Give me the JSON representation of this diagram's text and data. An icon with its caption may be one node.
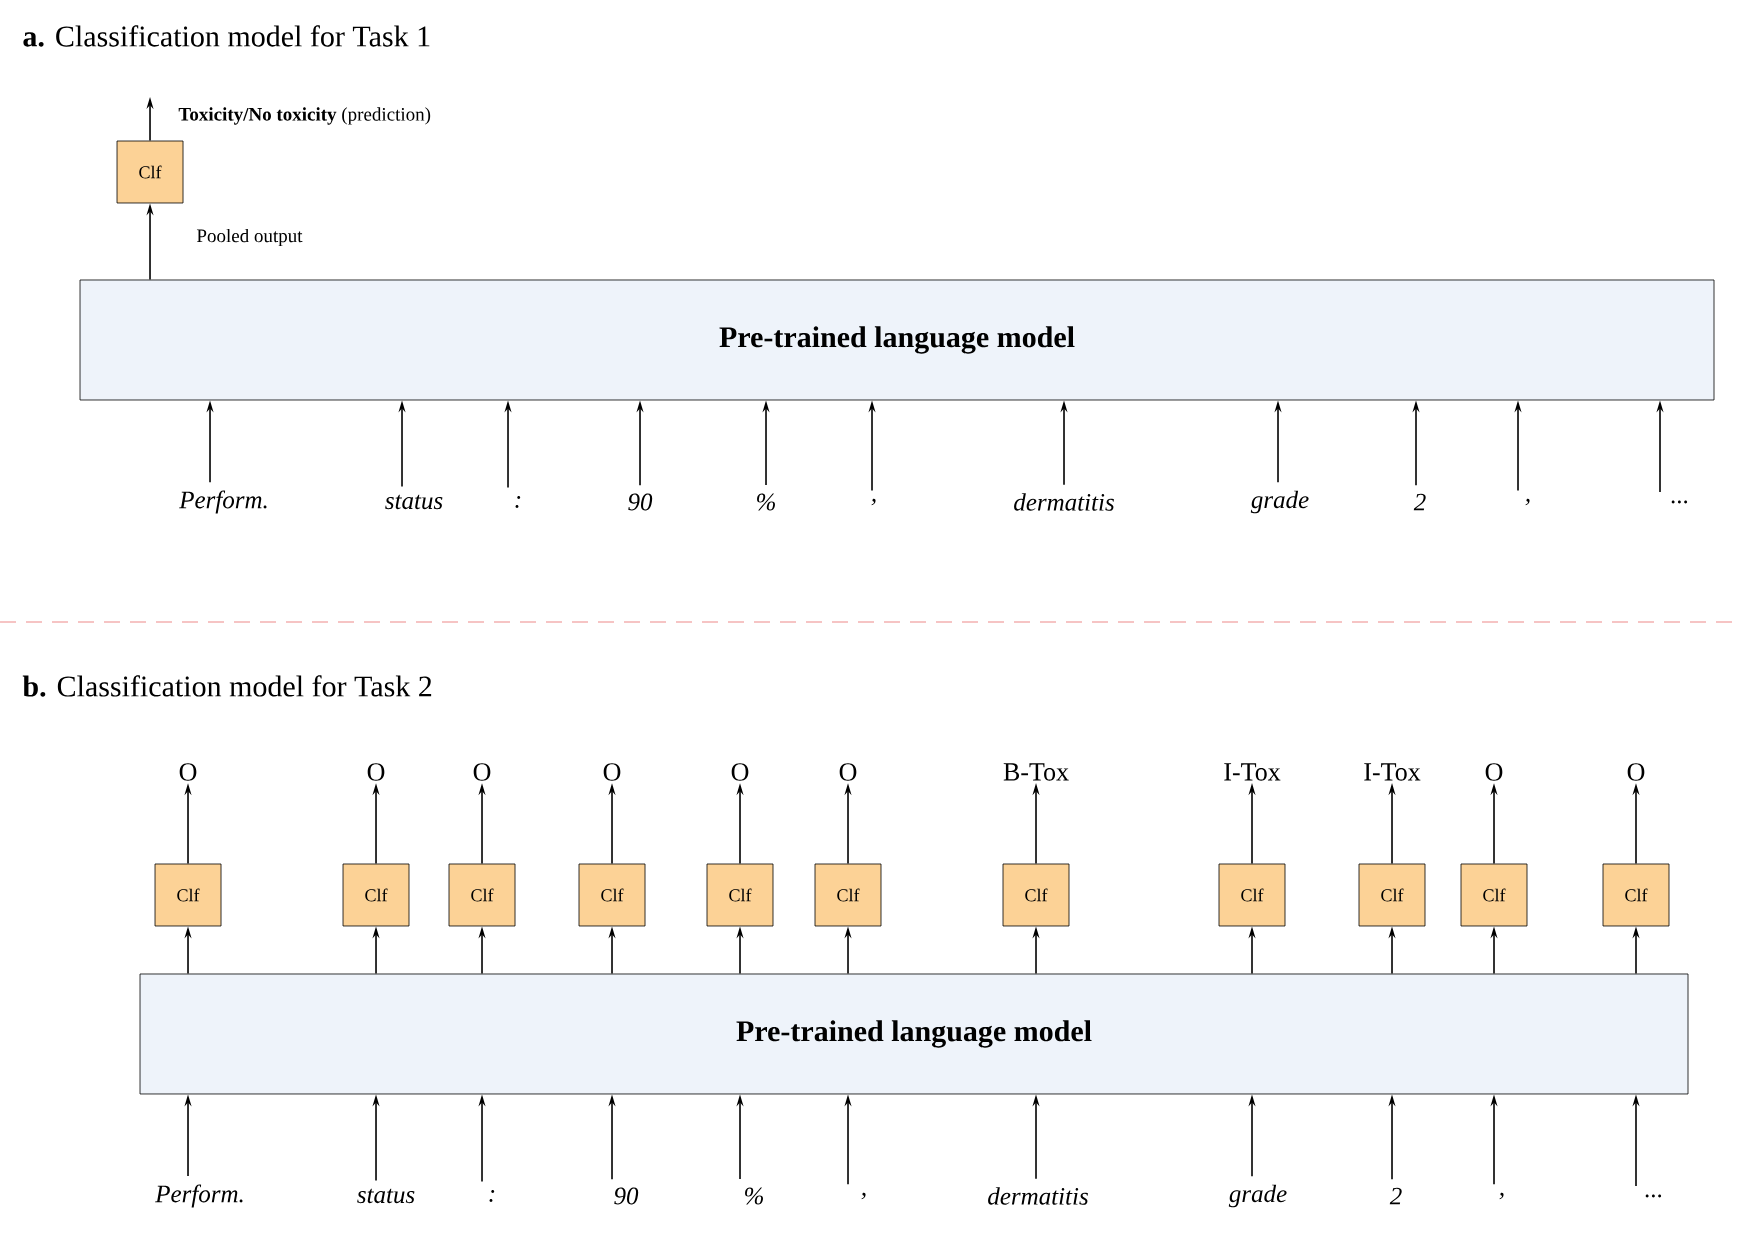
{
  "diagram": {
    "nodes": [
      {
        "text": [
          "Clf"
        ]
      },
      {
        "text": [
          "Pre-trained language model"
        ]
      },
      {
        "text": [
          "Perform."
        ]
      },
      {
        "text": [
          "status"
        ]
      },
      {
        "text": [
          ":"
        ]
      },
      {
        "text": [
          "90"
        ]
      },
      {
        "text": [
          "%"
        ]
      },
      {
        "text": [
          ","
        ]
      },
      {
        "text": [
          "dermatitis"
        ]
      },
      {
        "text": [
          "grade"
        ]
      },
      {
        "text": [
          "2"
        ]
      },
      {
        "text": [
          ","
        ]
      },
      {
        "text": [
          "..."
        ]
      },
      {
        "text": [
          "O"
        ]
      },
      {
        "text": [
          "O"
        ]
      },
      {
        "text": [
          "O"
        ]
      },
      {
        "text": [
          "O"
        ]
      },
      {
        "text": [
          "O"
        ]
      },
      {
        "text": [
          "O"
        ]
      },
      {
        "text": [
          "B-Tox"
        ]
      },
      {
        "text": [
          "I-Tox"
        ]
      },
      {
        "text": [
          "I-Tox"
        ]
      },
      {
        "text": [
          "O"
        ]
      },
      {
        "text": [
          "O"
        ]
      },
      {
        "text": [
          "Clf"
        ]
      },
      {
        "text": [
          "Clf"
        ]
      },
      {
        "text": [
          "Clf"
        ]
      },
      {
        "text": [
          "Clf"
        ]
      },
      {
        "text": [
          "Clf"
        ]
      },
      {
        "text": [
          "Clf"
        ]
      },
      {
        "text": [
          "Clf"
        ]
      },
      {
        "text": [
          "Clf"
        ]
      },
      {
        "text": [
          "Clf"
        ]
      },
      {
        "text": [
          "Clf"
        ]
      },
      {
        "text": [
          "Clf"
        ]
      },
      {
        "text": [
          "Pre-trained language model"
        ]
      },
      {
        "text": [
          "Perform."
        ]
      },
      {
        "text": [
          "status"
        ]
      },
      {
        "text": [
          ":"
        ]
      },
      {
        "text": [
          "90"
        ]
      },
      {
        "text": [
          "%"
        ]
      },
      {
        "text": [
          ","
        ]
      },
      {
        "text": [
          "dermatitis"
        ]
      },
      {
        "text": [
          "grade"
        ]
      },
      {
        "text": [
          "2"
        ]
      },
      {
        "text": [
          ","
        ]
      },
      {
        "text": [
          "..."
        ]
      },
      {
        "text": [
          "**Toxicity/No toxicity** (prediction)"
        ]
      }
    ],
    "edges": [
      {
        "from": 0,
        "to": 47,
        "arrow": "to"
      },
      {
        "from": 1,
        "to": 0,
        "arrow": "to",
        "label": "Pooled output"
      },
      {
        "from": 2,
        "to": 1,
        "arrow": "to"
      },
      {
        "from": 3,
        "to": 1,
        "arrow": "to"
      },
      {
        "from": 4,
        "to": 1,
        "arrow": "to"
      },
      {
        "from": 5,
        "to": 1,
        "arrow": "to"
      },
      {
        "from": 6,
        "to": 1,
        "arrow": "to"
      },
      {
        "from": 7,
        "to": 1,
        "arrow": "to"
      },
      {
        "from": 8,
        "to": 1,
        "arrow": "to"
      },
      {
        "from": 9,
        "to": 1,
        "arrow": "to"
      },
      {
        "from": 10,
        "to": 1,
        "arrow": "to"
      },
      {
        "from": 11,
        "to": 1,
        "arrow": "to"
      },
      {
        "from": 12,
        "to": 1,
        "arrow": "to"
      },
      {
        "from": 24,
        "to": 13,
        "arrow": "to"
      },
      {
        "from": 25,
        "to": 14,
        "arrow": "to"
      },
      {
        "from": 26,
        "to": 15,
        "arrow": "to"
      },
      {
        "from": 27,
        "to": 16,
        "arrow": "to"
      },
      {
        "from": 28,
        "to": 17,
        "arrow": "to"
      },
      {
        "from": 29,
        "to": 18,
        "arrow": "to"
      },
      {
        "from": 30,
        "to": 19,
        "arrow": "to"
      },
      {
        "from": 31,
        "to": 20,
        "arrow": "to"
      },
      {
        "from": 32,
        "to": 21,
        "arrow": "to"
      },
      {
        "from": 33,
        "to": 22,
        "arrow": "to"
      },
      {
        "from": 34,
        "to": 23,
        "arrow": "to"
      },
      {
        "from": 35,
        "to": 24,
        "arrow": "to"
      },
      {
        "from": 35,
        "to": 25,
        "arrow": "to"
      },
      {
        "from": 35,
        "to": 26,
        "arrow": "to"
      },
      {
        "from": 35,
        "to": 27,
        "arrow": "to"
      },
      {
        "from": 35,
        "to": 28,
        "arrow": "to"
      },
      {
        "from": 35,
        "to": 29,
        "arrow": "to"
      },
      {
        "from": 35,
        "to": 30,
        "arrow": "to"
      },
      {
        "from": 35,
        "to": 31,
        "arrow": "to"
      },
      {
        "from": 35,
        "to": 32,
        "arrow": "to"
      },
      {
        "from": 35,
        "to": 33,
        "arrow": "to"
      },
      {
        "from": 35,
        "to": 34,
        "arrow": "to"
      },
      {
        "from": 36,
        "to": 35,
        "arrow": "to"
      },
      {
        "from": 37,
        "to": 35,
        "arrow": "to"
      },
      {
        "from": 38,
        "to": 35,
        "arrow": "to"
      },
      {
        "from": 39,
        "to": 35,
        "arrow": "to"
      },
      {
        "from": 40,
        "to": 35,
        "arrow": "to"
      },
      {
        "from": 41,
        "to": 35,
        "arrow": "to"
      },
      {
        "from": 42,
        "to": 35,
        "arrow": "to"
      },
      {
        "from": 43,
        "to": 35,
        "arrow": "to"
      },
      {
        "from": 44,
        "to": 35,
        "arrow": "to"
      },
      {
        "from": 45,
        "to": 35,
        "arrow": "to"
      },
      {
        "from": 46,
        "to": 35,
        "arrow": "to"
      }
    ],
    "labels": [
      "**a.** Classification model for Task 1",
      "**b.** Classification model for Task 2"
    ]
  }
}
